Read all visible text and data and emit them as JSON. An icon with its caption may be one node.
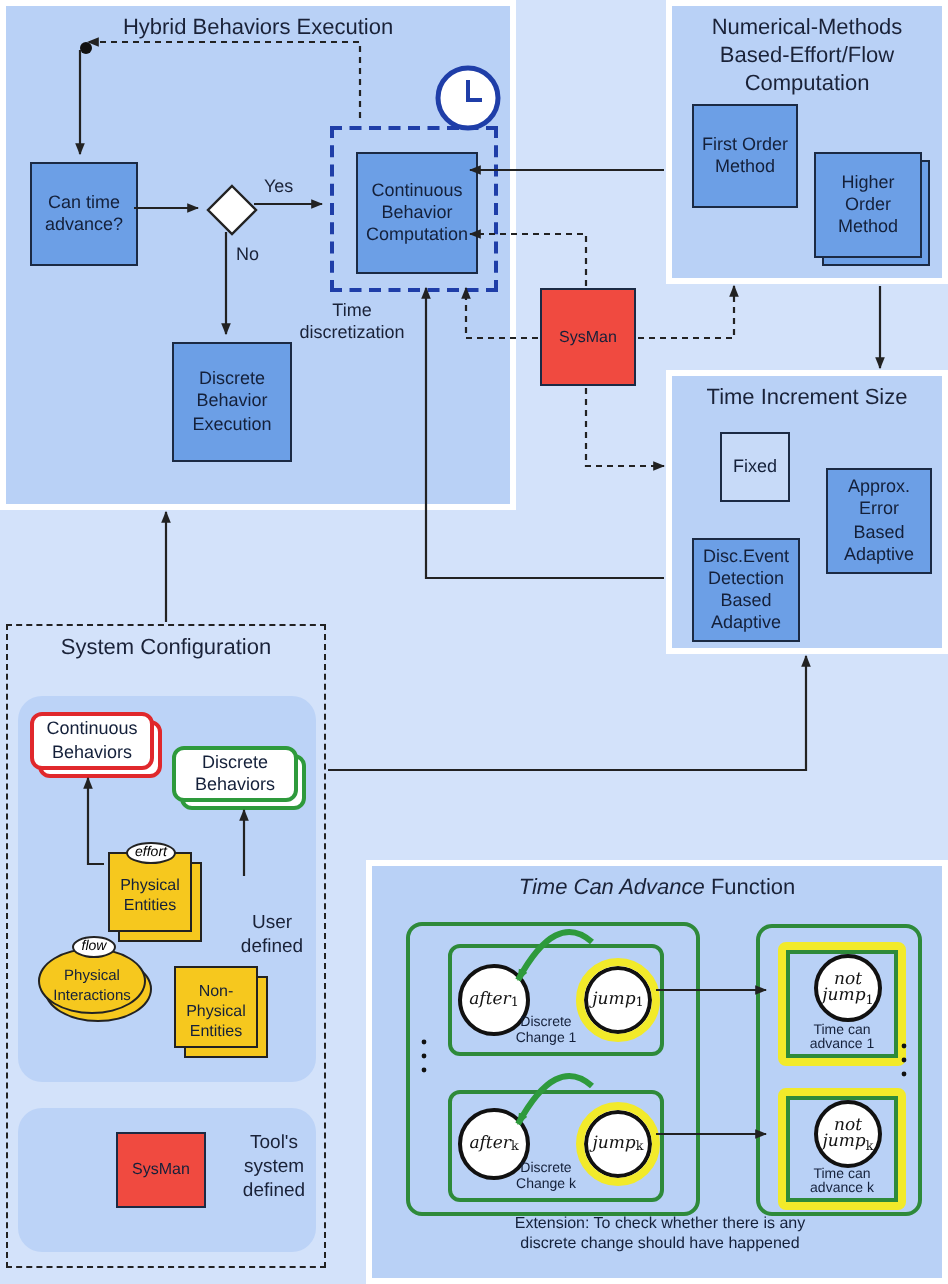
{
  "diagram": {
    "nodes": [
      {
        "text": [
          "Hybrid Behaviors Execution"
        ]
      },
      {
        "text": [],
        "shape": "circle",
        "in": 0
      },
      {
        "text": [
          "Can time advance?"
        ],
        "in": 0
      },
      {
        "text": [],
        "shape": "diamond",
        "in": 0
      },
      {
        "text": [
          "Time discretization"
        ],
        "in": 0
      },
      {
        "text": [
          "Continuous Behavior Computation"
        ],
        "in": 4
      },
      {
        "text": [
          "Discrete Behavior Execution"
        ],
        "in": 0
      },
      {
        "text": [
          "SysMan"
        ]
      },
      {
        "text": [
          "Numerical-Methods Based-Effort/Flow Computation"
        ]
      },
      {
        "text": [
          "First Order Method"
        ],
        "in": 8
      },
      {
        "text": [
          "Higher Order Method"
        ],
        "in": 8
      },
      {
        "text": [
          "Time Increment Size"
        ]
      },
      {
        "text": [
          "Fixed"
        ],
        "in": 11
      },
      {
        "text": [
          "Approx. Error Based Adaptive"
        ],
        "in": 11
      },
      {
        "text": [
          "Disc.Event Detection Based Adaptive"
        ],
        "in": 11
      },
      {
        "text": [
          "System Configuration"
        ]
      },
      {
        "text": [
          "User defined"
        ],
        "in": 15
      },
      {
        "text": [
          "Continuous Behaviors"
        ],
        "in": 16
      },
      {
        "text": [
          "Discrete Behaviors"
        ],
        "in": 16
      },
      {
        "text": [
          "effort",
          "Physical Entities"
        ],
        "in": 16
      },
      {
        "text": [
          "flow",
          "Physical Interactions"
        ],
        "in": 16
      },
      {
        "text": [
          "Non-Physical Entities"
        ],
        "in": 16
      },
      {
        "text": [
          "Tool's system defined"
        ],
        "in": 15
      },
      {
        "text": [
          "SysMan"
        ],
        "in": 22
      },
      {
        "text": [
          "*Time Can Advance* Function"
        ]
      },
      {
        "text": [],
        "shape": "box",
        "in": 24
      },
      {
        "text": [
          "Discrete Change 1"
        ],
        "in": 25
      },
      {
        "text": [
          "*after*$_{1}$"
        ],
        "in": 26
      },
      {
        "text": [
          "*jump*$_{1}$"
        ],
        "in": 26
      },
      {
        "text": [
          "Discrete Change k"
        ],
        "in": 25
      },
      {
        "text": [
          "*after*$_{k}$"
        ],
        "in": 29
      },
      {
        "text": [
          "*jump*$_{k}$"
        ],
        "in": 29
      },
      {
        "text": [],
        "shape": "box",
        "in": 24
      },
      {
        "text": [
          "Time can advance 1"
        ],
        "in": 32
      },
      {
        "text": [
          "*not jump*$_{1}$"
        ],
        "in": 33
      },
      {
        "text": [
          "Time can advance k"
        ],
        "in": 32
      },
      {
        "text": [
          "*not jump*$_{k}$"
        ],
        "in": 35
      }
    ],
    "edges": [
      {
        "from": 1,
        "to": 2,
        "arrow": "to"
      },
      {
        "from": 2,
        "to": 3,
        "arrow": "to"
      },
      {
        "from": 3,
        "to": 4,
        "arrow": "to",
        "label": "Yes"
      },
      {
        "from": 3,
        "to": 6,
        "arrow": "to",
        "label": "No"
      },
      {
        "from": 4,
        "to": 1,
        "arrow": "to",
        "style": "dashed"
      },
      {
        "from": 8,
        "to": 5,
        "arrow": "to"
      },
      {
        "from": 8,
        "to": 11,
        "arrow": "to"
      },
      {
        "from": 7,
        "to": 5,
        "arrow": "to",
        "style": "dashed"
      },
      {
        "from": 7,
        "to": 4,
        "arrow": "to",
        "style": "dashed"
      },
      {
        "from": 7,
        "to": 8,
        "arrow": "to",
        "style": "dashed"
      },
      {
        "from": 7,
        "to": 11,
        "arrow": "to",
        "style": "dashed"
      },
      {
        "from": 11,
        "to": 4,
        "arrow": "to"
      },
      {
        "from": 15,
        "to": 0,
        "arrow": "to"
      },
      {
        "from": 15,
        "to": 11,
        "arrow": "to"
      },
      {
        "from": 19,
        "to": 17,
        "arrow": "to"
      },
      {
        "from": null,
        "to": 18,
        "arrow": "to"
      },
      {
        "from": 26,
        "to": 33,
        "arrow": "to"
      },
      {
        "from": 29,
        "to": 35,
        "arrow": "to"
      },
      {
        "from": 28,
        "to": 27,
        "arrow": "to",
        "style": "thick",
        "color": "#2e9a3c"
      },
      {
        "from": 31,
        "to": 30,
        "arrow": "to",
        "style": "thick",
        "color": "#2e9a3c"
      }
    ],
    "labels": [
      "Extension: To check whether there is any discrete change should have happened"
    ]
  }
}
